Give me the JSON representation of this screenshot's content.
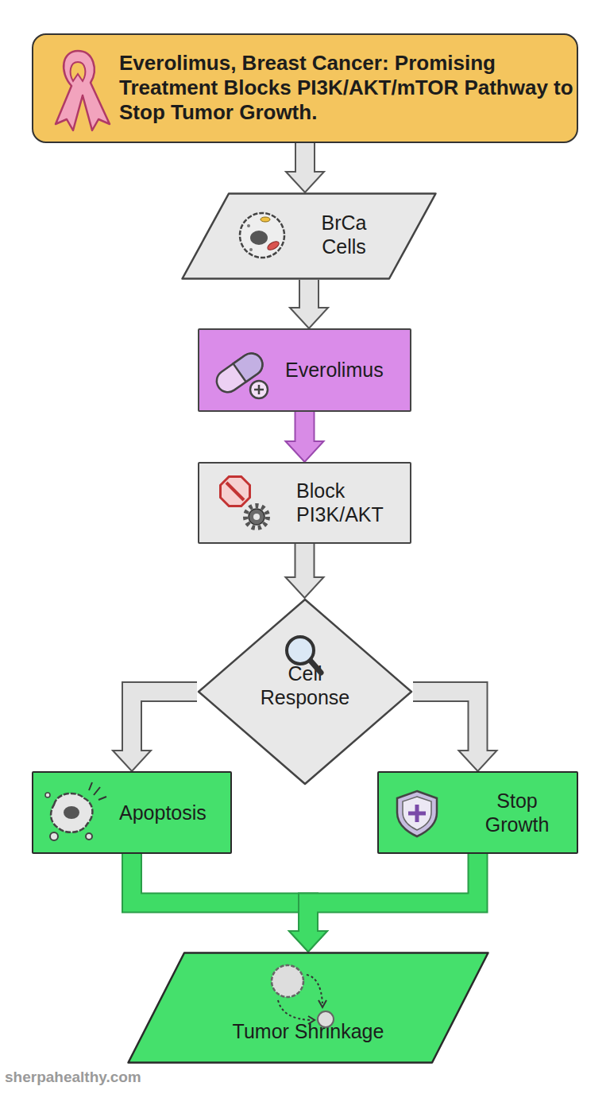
{
  "diagram": {
    "nodes": [
      {
        "text": [
          "Everolimus, Breast Cancer: Promising Treatment Blocks PI3K/AKT/mTOR Pathway to Stop Tumor Growth."
        ]
      },
      {
        "text": [
          "BrCa Cells"
        ]
      },
      {
        "text": [
          "Everolimus"
        ]
      },
      {
        "text": [
          "Block PI3K/AKT"
        ]
      },
      {
        "text": [
          "Cell Response"
        ]
      },
      {
        "text": [
          "Apoptosis"
        ]
      },
      {
        "text": [
          "Stop Growth"
        ]
      },
      {
        "text": [
          "Tumor Shrinkage"
        ]
      }
    ],
    "edges": [
      {
        "from": 0,
        "to": 1,
        "arrow": "to"
      },
      {
        "from": 1,
        "to": 2,
        "arrow": "to"
      },
      {
        "from": 2,
        "to": 3,
        "arrow": "to"
      },
      {
        "from": 3,
        "to": 4,
        "arrow": "to"
      },
      {
        "from": 4,
        "to": 5,
        "arrow": "to"
      },
      {
        "from": 4,
        "to": 6,
        "arrow": "to"
      },
      {
        "from": 5,
        "to": 7,
        "arrow": "to"
      },
      {
        "from": 6,
        "to": 7,
        "arrow": "to"
      }
    ],
    "labels": [
      "sherpahealthy.com"
    ]
  }
}
